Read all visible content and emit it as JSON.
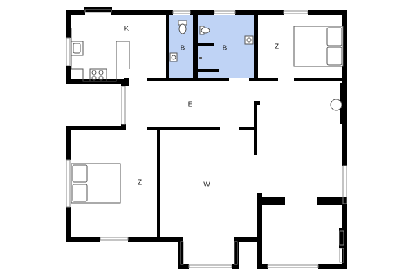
{
  "floorplan": {
    "colors": {
      "wall": "#000000",
      "bathroom_fill": "#bfd3f5",
      "fixture_stroke": "#555555",
      "window_stroke": "#888888"
    },
    "rooms": {
      "kitchen": "K",
      "bathroom_left": "B",
      "bathroom_right": "B",
      "bedroom_top_right": "Z",
      "hallway": "E",
      "bedroom_left": "Z",
      "living_room": "W"
    },
    "fixtures": [
      "kitchen-sink-icon",
      "stove-icon",
      "toilet-icon",
      "washbasin-icon",
      "double-bed-icon",
      "radiator-icon"
    ]
  }
}
